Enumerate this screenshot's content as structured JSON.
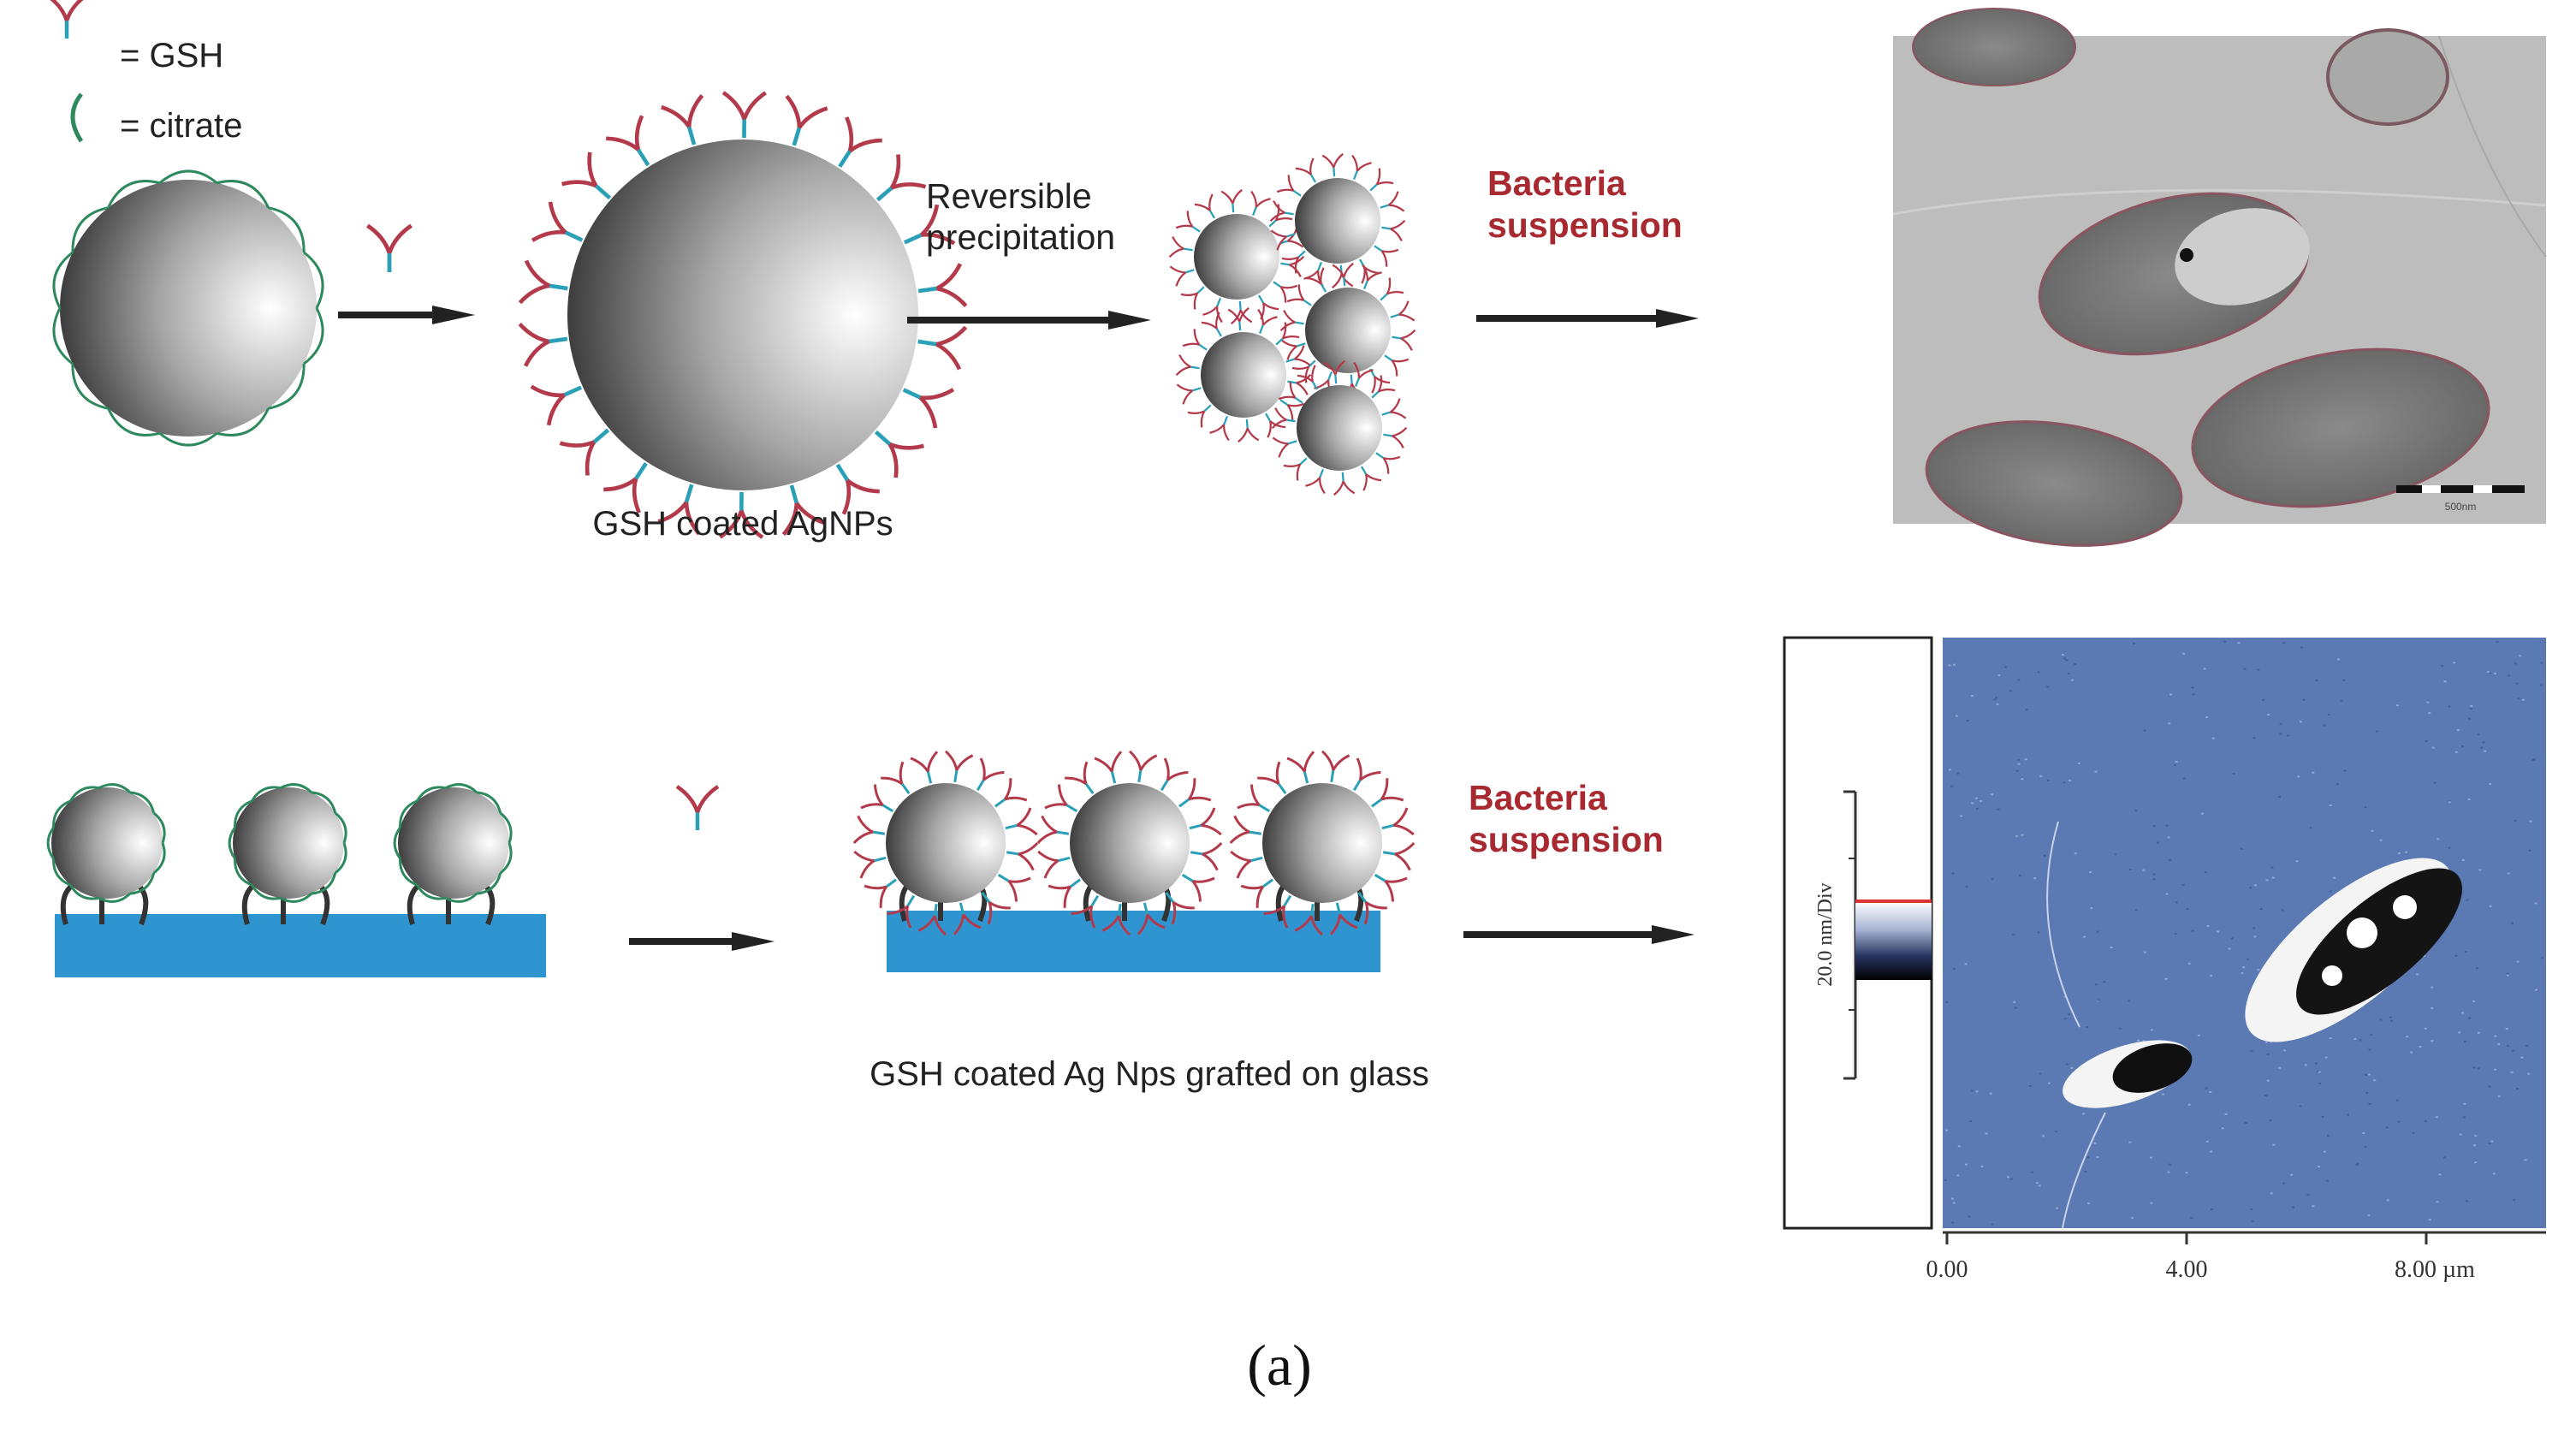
{
  "legend": {
    "gsh_label": "= GSH",
    "citrate_label": "= citrate"
  },
  "row1": {
    "step1_caption": "GSH coated AgNPs",
    "step2_label_line1": "Reversible",
    "step2_label_line2": "precipitation",
    "step3_label_line1": "Bacteria",
    "step3_label_line2": "suspension"
  },
  "row2": {
    "caption": "GSH coated Ag Nps grafted on glass",
    "step3_label_line1": "Bacteria",
    "step3_label_line2": "suspension"
  },
  "tem": {
    "scale_text": "500nm"
  },
  "afm": {
    "colorbar_label": "20.0 nm/Div",
    "x_ticks": [
      "0.00",
      "4.00",
      "8.00 µm"
    ]
  },
  "panel_label": "(a)",
  "colors": {
    "gsh": "#b33a4a",
    "gsh_tip": "#2aa0b8",
    "citrate": "#2e8a5e",
    "accent_text": "#a82a30",
    "glass": "#2f95d1",
    "afm_bg": "#5b79b3",
    "tem_bg": "#bdbdbd"
  }
}
